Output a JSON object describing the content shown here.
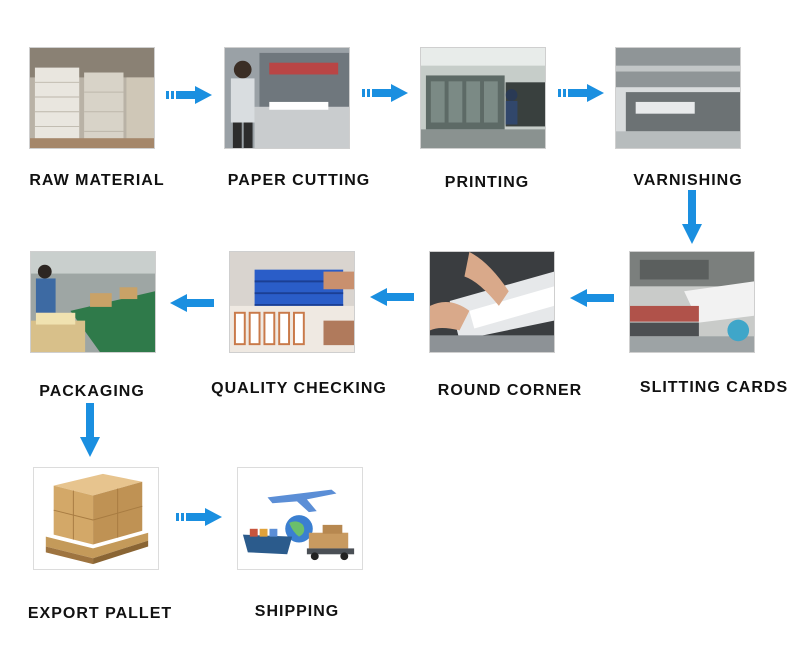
{
  "steps": {
    "raw_material": "RAW  MATERIAL",
    "paper_cutting": "PAPER CUTTING",
    "printing": "PRINTING",
    "varnishing": "VARNISHING",
    "slitting_cards": "SLITTING CARDS",
    "round_corner": "ROUND CORNER",
    "quality_checking": "QUALITY CHECKING",
    "packaging": "PACKAGING",
    "export_pallet": "EXPORT PALLET",
    "shipping": "SHIPPING"
  },
  "colors": {
    "arrow": "#1a8fe0",
    "label": "#111111"
  }
}
